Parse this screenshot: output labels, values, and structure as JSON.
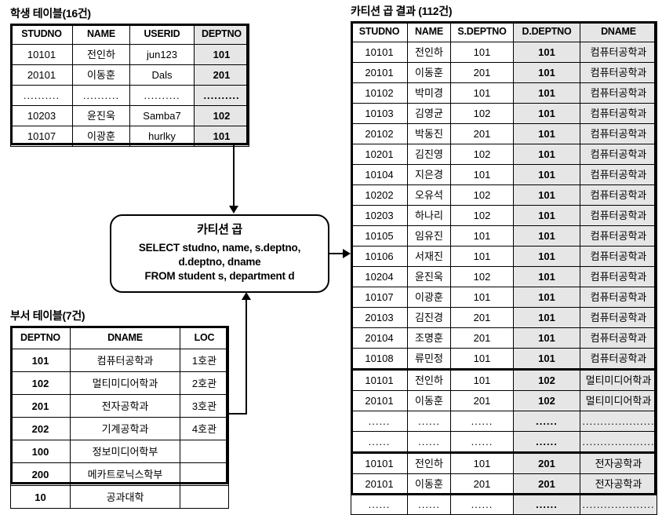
{
  "student": {
    "title": "학생 테이블(16건)",
    "columns": [
      "STUDNO",
      "NAME",
      "USERID",
      "DEPTNO"
    ],
    "highlight_column": "DEPTNO",
    "rows": [
      [
        "10101",
        "전인하",
        "jun123",
        "101"
      ],
      [
        "20101",
        "이동훈",
        "Dals",
        "201"
      ],
      [
        "..........",
        "..........",
        "..........",
        ".........."
      ],
      [
        "10203",
        "윤진욱",
        "Samba7",
        "102"
      ],
      [
        "10107",
        "이광훈",
        "hurlky",
        "101"
      ]
    ]
  },
  "department": {
    "title": "부서 테이블(7건)",
    "columns": [
      "DEPTNO",
      "DNAME",
      "LOC"
    ],
    "rows": [
      [
        "101",
        "컴퓨터공학과",
        "1호관"
      ],
      [
        "102",
        "멀티미디어학과",
        "2호관"
      ],
      [
        "201",
        "전자공학과",
        "3호관"
      ],
      [
        "202",
        "기계공학과",
        "4호관"
      ],
      [
        "100",
        "정보미디어학부",
        ""
      ],
      [
        "200",
        "메카트로닉스학부",
        ""
      ],
      [
        "10",
        "공과대학",
        ""
      ]
    ]
  },
  "join_box": {
    "title": "카티션 곱",
    "sql_lines": [
      "SELECT studno, name, s.deptno,",
      "d.deptno, dname",
      "FROM student s, department d"
    ]
  },
  "result": {
    "title": "카티션 곱 결과 (112건)",
    "columns": [
      "STUDNO",
      "NAME",
      "S.DEPTNO",
      "D.DEPTNO",
      "DNAME"
    ],
    "highlight_columns": [
      "D.DEPTNO",
      "DNAME"
    ],
    "rows": [
      {
        "cells": [
          "10101",
          "전인하",
          "101",
          "101",
          "컴퓨터공학과"
        ],
        "sep_above": false
      },
      {
        "cells": [
          "20101",
          "이동훈",
          "201",
          "101",
          "컴퓨터공학과"
        ],
        "sep_above": false
      },
      {
        "cells": [
          "10102",
          "박미경",
          "101",
          "101",
          "컴퓨터공학과"
        ],
        "sep_above": false
      },
      {
        "cells": [
          "10103",
          "김영균",
          "102",
          "101",
          "컴퓨터공학과"
        ],
        "sep_above": false
      },
      {
        "cells": [
          "20102",
          "박동진",
          "201",
          "101",
          "컴퓨터공학과"
        ],
        "sep_above": false
      },
      {
        "cells": [
          "10201",
          "김진영",
          "102",
          "101",
          "컴퓨터공학과"
        ],
        "sep_above": false
      },
      {
        "cells": [
          "10104",
          "지은경",
          "101",
          "101",
          "컴퓨터공학과"
        ],
        "sep_above": false
      },
      {
        "cells": [
          "10202",
          "오유석",
          "102",
          "101",
          "컴퓨터공학과"
        ],
        "sep_above": false
      },
      {
        "cells": [
          "10203",
          "하나리",
          "102",
          "101",
          "컴퓨터공학과"
        ],
        "sep_above": false
      },
      {
        "cells": [
          "10105",
          "임유진",
          "101",
          "101",
          "컴퓨터공학과"
        ],
        "sep_above": false
      },
      {
        "cells": [
          "10106",
          "서재진",
          "101",
          "101",
          "컴퓨터공학과"
        ],
        "sep_above": false
      },
      {
        "cells": [
          "10204",
          "윤진욱",
          "102",
          "101",
          "컴퓨터공학과"
        ],
        "sep_above": false
      },
      {
        "cells": [
          "10107",
          "이광훈",
          "101",
          "101",
          "컴퓨터공학과"
        ],
        "sep_above": false
      },
      {
        "cells": [
          "20103",
          "김진경",
          "201",
          "101",
          "컴퓨터공학과"
        ],
        "sep_above": false
      },
      {
        "cells": [
          "20104",
          "조명훈",
          "201",
          "101",
          "컴퓨터공학과"
        ],
        "sep_above": false
      },
      {
        "cells": [
          "10108",
          "류민정",
          "101",
          "101",
          "컴퓨터공학과"
        ],
        "sep_above": false
      },
      {
        "cells": [
          "10101",
          "전인하",
          "101",
          "102",
          "멀티미디어학과"
        ],
        "sep_above": true
      },
      {
        "cells": [
          "20101",
          "이동훈",
          "201",
          "102",
          "멀티미디어학과"
        ],
        "sep_above": false
      },
      {
        "cells": [
          "......",
          "......",
          "......",
          "......",
          "...................."
        ],
        "sep_above": false
      },
      {
        "cells": [
          "......",
          "......",
          "......",
          "......",
          "...................."
        ],
        "sep_above": false
      },
      {
        "cells": [
          "10101",
          "전인하",
          "101",
          "201",
          "전자공학과"
        ],
        "sep_above": true
      },
      {
        "cells": [
          "20101",
          "이동훈",
          "201",
          "201",
          "전자공학과"
        ],
        "sep_above": false
      },
      {
        "cells": [
          "......",
          "......",
          "......",
          "......",
          "...................."
        ],
        "sep_above": false
      }
    ]
  },
  "connectors": {
    "student_to_join": "arrow-down",
    "department_to_join": "arrow-up",
    "join_to_result": "arrow-right"
  },
  "colors": {
    "highlight": "#e6e6e6",
    "line": "#000000",
    "background": "#ffffff"
  }
}
